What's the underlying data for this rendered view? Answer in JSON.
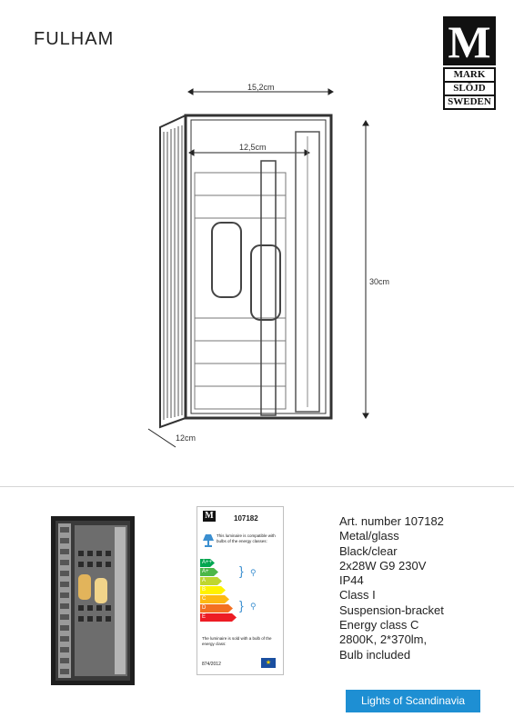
{
  "header": {
    "title": "FULHAM"
  },
  "logo": {
    "mark": "M",
    "line1": "MARK",
    "line2": "SLÖJD",
    "line3": "SWEDEN"
  },
  "dimensions": {
    "width": "15,2cm",
    "inner_width": "12,5cm",
    "height": "30cm",
    "depth": "12cm"
  },
  "energy_label": {
    "article": "107182",
    "compat_text": "This luminaire is compatible with bulbs of the energy classes:",
    "classes": [
      "A++",
      "A+",
      "A",
      "B",
      "C",
      "D",
      "E"
    ],
    "class_colors": [
      "#00a650",
      "#4cb748",
      "#bed630",
      "#fff200",
      "#fdb913",
      "#f37021",
      "#ed1c24"
    ],
    "sold_text": "The luminaire is sold with a bulb of the energy class:",
    "regulation": "874/2012"
  },
  "specs": [
    "Art. number 107182",
    "Metal/glass",
    "Black/clear",
    "2x28W  G9 230V",
    "IP44",
    "Class I",
    "Suspension-bracket",
    "Energy class C",
    "2800K, 2*370lm,",
    "Bulb included"
  ],
  "footer": {
    "tagline": "Lights of Scandinavia"
  }
}
